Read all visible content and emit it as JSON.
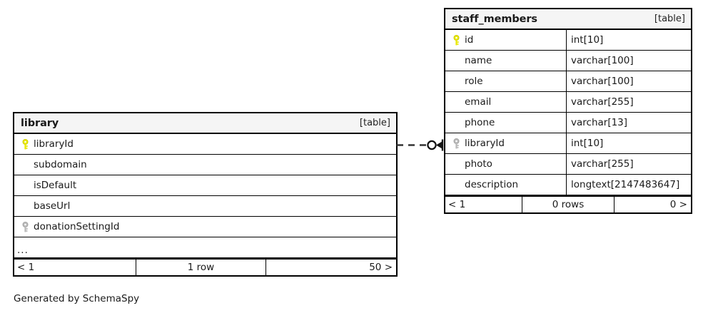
{
  "diagram": {
    "generator_text": "Generated by SchemaSpy",
    "type_label": "[table]",
    "key_icon_pk": "primary-key-icon",
    "key_icon_fk": "foreign-key-icon",
    "colors": {
      "pk_key": "#e8e800",
      "fk_key": "#b3b3b3",
      "header_bg": "#f5f5f5",
      "border": "#000000",
      "text": "#1a1a1a"
    }
  },
  "tables": {
    "library": {
      "name": "library",
      "type_label": "[table]",
      "columns": [
        {
          "name": "libraryId",
          "type": "",
          "key": "pk"
        },
        {
          "name": "subdomain",
          "type": "",
          "key": "none"
        },
        {
          "name": "isDefault",
          "type": "",
          "key": "none"
        },
        {
          "name": "baseUrl",
          "type": "",
          "key": "none"
        },
        {
          "name": "donationSettingId",
          "type": "",
          "key": "fk"
        }
      ],
      "more_indicator": "...",
      "footer": {
        "prev": "< 1",
        "rows": "1 row",
        "next": "50 >"
      }
    },
    "staff_members": {
      "name": "staff_members",
      "type_label": "[table]",
      "columns": [
        {
          "name": "id",
          "type": "int[10]",
          "key": "pk"
        },
        {
          "name": "name",
          "type": "varchar[100]",
          "key": "none"
        },
        {
          "name": "role",
          "type": "varchar[100]",
          "key": "none"
        },
        {
          "name": "email",
          "type": "varchar[255]",
          "key": "none"
        },
        {
          "name": "phone",
          "type": "varchar[13]",
          "key": "none"
        },
        {
          "name": "libraryId",
          "type": "int[10]",
          "key": "fk"
        },
        {
          "name": "photo",
          "type": "varchar[255]",
          "key": "none"
        },
        {
          "name": "description",
          "type": "longtext[2147483647]",
          "key": "none"
        }
      ],
      "footer": {
        "prev": "< 1",
        "rows": "0 rows",
        "next": "0 >"
      }
    }
  },
  "relationship": {
    "name": "library-to-staff_members",
    "from_table": "library",
    "from_column": "libraryId",
    "to_table": "staff_members",
    "to_column": "libraryId",
    "line_style": "dashed",
    "from_cardinality": "zero-or-one",
    "to_cardinality": "many"
  }
}
